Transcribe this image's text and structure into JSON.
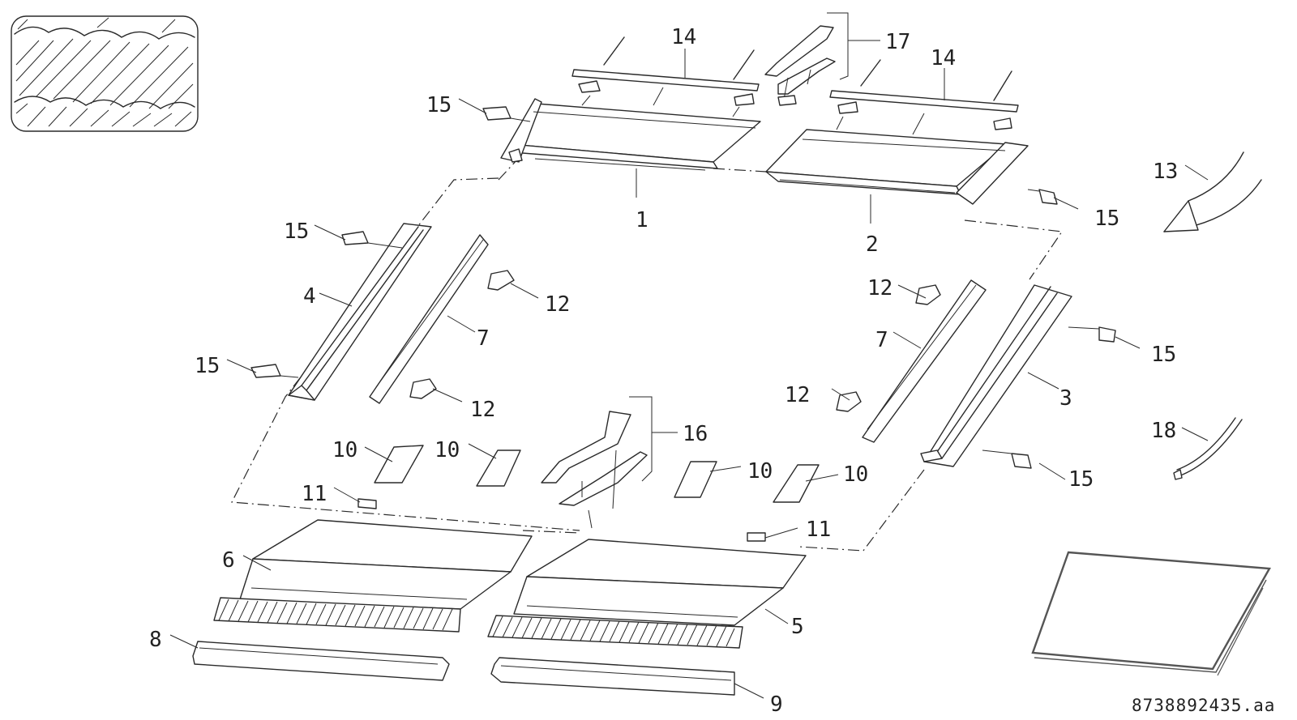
{
  "labels": {
    "l1": "1",
    "l2": "2",
    "l3": "3",
    "l4": "4",
    "l5": "5",
    "l6": "6",
    "l7": "7",
    "l8": "8",
    "l9": "9",
    "l10": "10",
    "l11": "11",
    "l12": "12",
    "l13": "13",
    "l14": "14",
    "l15": "15",
    "l16": "16",
    "l17": "17",
    "l18": "18"
  },
  "drawing_code": "8738892435.aa"
}
